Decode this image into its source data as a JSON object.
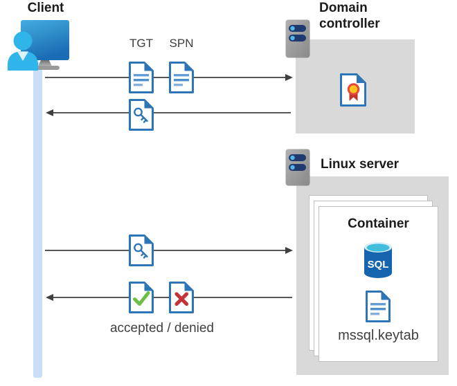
{
  "client": {
    "label": "Client"
  },
  "domain_controller": {
    "label": "Domain controller"
  },
  "linux_server": {
    "label": "Linux server"
  },
  "container": {
    "label": "Container",
    "sql_badge": "SQL",
    "keytab_label": "mssql.keytab"
  },
  "flows": {
    "tgt_label": "TGT",
    "spn_label": "SPN",
    "result_label": "accepted / denied"
  },
  "colors": {
    "document_blue": "#2E75B6",
    "document_line_blue": "#5B9BD5",
    "accepted_green": "#6CBE45",
    "denied_red": "#C13438",
    "certificate_yellow": "#FFC21E",
    "certificate_ribbon_red": "#C2332B",
    "lifeline_blue": "#C9DEF8",
    "box_gray": "#D9D9D9",
    "arrow_gray": "#565656",
    "server_pill_navy": "#1E3A6E",
    "server_dot_blue": "#53B7E8",
    "sql_cylinder_blue": "#1464AE",
    "sql_top_cyan": "#41BEDC",
    "monitor_blue": "#1A6CB4",
    "person_cyan": "#2FB5E9"
  }
}
